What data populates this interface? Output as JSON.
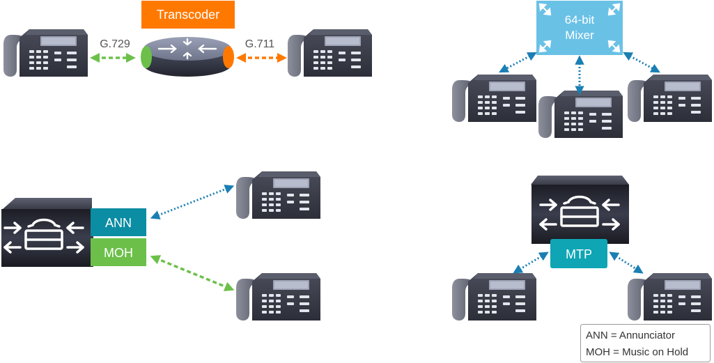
{
  "transcoder": {
    "label": "Transcoder",
    "codec_left": "G.729",
    "codec_right": "G.711"
  },
  "mixer": {
    "label_line1": "64-bit",
    "label_line2": "Mixer"
  },
  "media_resources": {
    "ann_label": "ANN",
    "moh_label": "MOH"
  },
  "mtp": {
    "label": "MTP"
  },
  "legend": {
    "line1": "ANN = Annunciator",
    "line2": "MOH = Music on Hold"
  },
  "colors": {
    "orange": "#ff7900",
    "green": "#6cc04a",
    "teal": "#0b8da3",
    "dotted_blue": "#1a7fb3",
    "mixer_blue": "#6ac1e6",
    "phone_dark": "#3b3d4a",
    "phone_handset": "#737686"
  }
}
